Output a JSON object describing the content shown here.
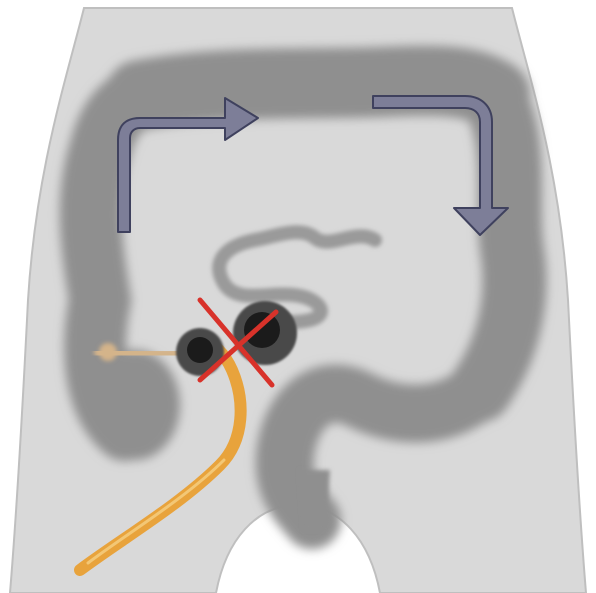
{
  "diagram": {
    "subject": "anatomical-colon-illustration",
    "colors": {
      "background": "#ffffff",
      "torso": "#d9d9d9",
      "torso_edge": "#bfbfbf",
      "colon": "#8f8f8f",
      "colon_light": "#a8a8a8",
      "small_bowel": "#9a9a9a",
      "arrow_fill": "#7d7e98",
      "arrow_stroke": "#3f415e",
      "stoma_ring": "#4a4a4a",
      "stoma_core": "#1b1b1b",
      "cross_mark": "#d8322a",
      "catheter": "#e8a33c",
      "catheter_faded": "#d4b48a"
    },
    "arrows": [
      {
        "direction": "up-then-right"
      },
      {
        "direction": "right-then-down"
      }
    ],
    "marks": {
      "cross": "blocked-passage",
      "stomas": 2
    }
  }
}
